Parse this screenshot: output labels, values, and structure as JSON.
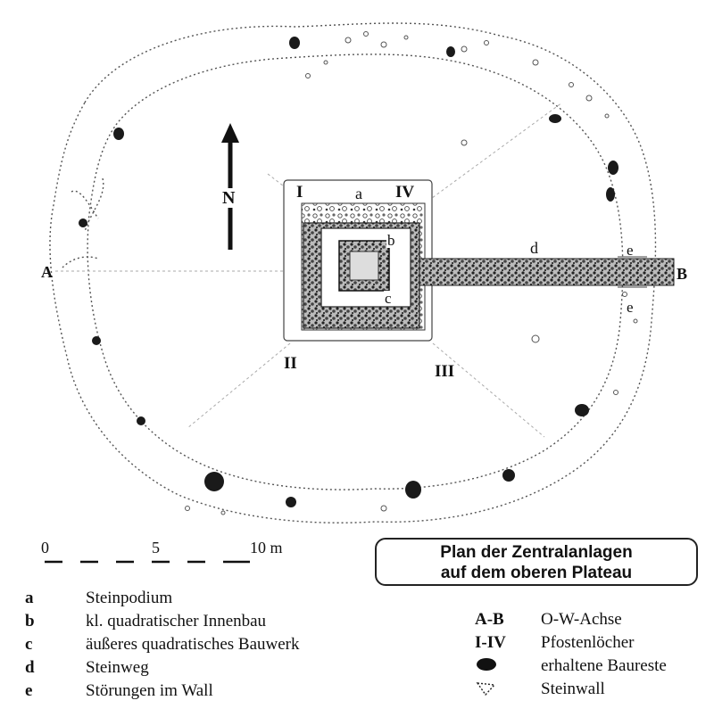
{
  "plan": {
    "north_label": "N",
    "axis_start": "A",
    "axis_end": "B",
    "feature_labels": {
      "a": "a",
      "b": "b",
      "c": "c",
      "d": "d",
      "e1": "e",
      "e2": "e"
    },
    "post_labels": {
      "I": "I",
      "II": "II",
      "III": "III",
      "IV": "IV"
    },
    "colors": {
      "ink": "#111111",
      "wall": "#555555",
      "path": "#333333"
    }
  },
  "scale": {
    "label_0": "0",
    "label_5": "5",
    "label_10": "10 m"
  },
  "title": {
    "line1": "Plan der Zentralanlagen",
    "line2": "auf dem oberen Plateau"
  },
  "legend_left": [
    {
      "key": "a",
      "text": "Steinpodium"
    },
    {
      "key": "b",
      "text": "kl. quadratischer Innenbau"
    },
    {
      "key": "c",
      "text": "äußeres quadratisches Bauwerk"
    },
    {
      "key": "d",
      "text": "Steinweg"
    },
    {
      "key": "e",
      "text": "Störungen im Wall"
    }
  ],
  "legend_right": [
    {
      "key": "A-B",
      "text": "O-W-Achse"
    },
    {
      "key": "I-IV",
      "text": "Pfostenlöcher"
    },
    {
      "key": "blob-icon",
      "text": "erhaltene Baureste"
    },
    {
      "key": "wall-icon",
      "text": "Steinwall"
    }
  ]
}
